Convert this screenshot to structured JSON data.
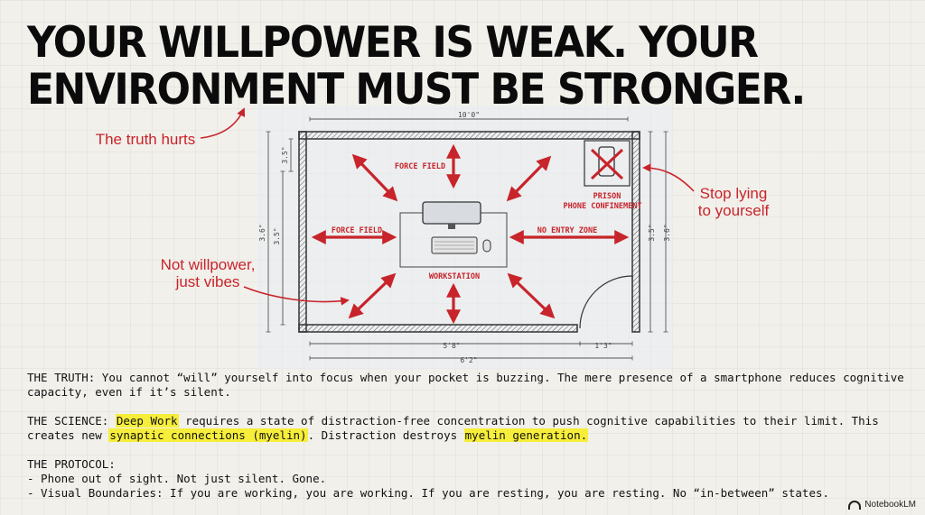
{
  "headline": {
    "line1": "YOUR WILLPOWER IS WEAK. YOUR",
    "line2": "ENVIRONMENT MUST BE STRONGER."
  },
  "annotations": {
    "truth_hurts": "The truth hurts",
    "stop_lying_1": "Stop lying",
    "stop_lying_2": "to yourself",
    "not_willpower_1": "Not willpower,",
    "not_willpower_2": "just vibes"
  },
  "plan": {
    "dim_top": "10'0\"",
    "dim_left_small": "3.5\"",
    "dim_left_a": "3.6\"",
    "dim_left_b": "3.5\"",
    "dim_right_a": "3.5\"",
    "dim_right_b": "3.6\"",
    "dim_bottom_left": "5'8\"",
    "dim_bottom_right": "1'3\"",
    "dim_bottom_total": "6'2\"",
    "force_field_top": "FORCE FIELD",
    "force_field_left": "FORCE FIELD",
    "no_entry": "NO ENTRY ZONE",
    "prison_1": "PRISON",
    "prison_2": "PHONE CONFINEMENT",
    "workstation": "WORKSTATION"
  },
  "body": {
    "truth_label": "THE TRUTH:",
    "truth_text": " You cannot “will” yourself into focus when your pocket is buzzing. The mere presence of a smartphone reduces cognitive capacity, even if it’s silent.",
    "science_label": "THE SCIENCE:",
    "science_hl1": "Deep Work",
    "science_t1": " requires a state of distraction-free concentration to push cognitive capabilities to their limit. This creates new ",
    "science_hl2": "synaptic connections (myelin)",
    "science_t2": ". Distraction destroys ",
    "science_hl3": "myelin generation.",
    "protocol_label": "THE PROTOCOL:",
    "protocol_1": "- Phone out of sight. Not just silent. Gone.",
    "protocol_2": "- Visual Boundaries: If you are working, you are working. If you are resting, you are resting. No “in-between” states."
  },
  "footer": {
    "brand": "NotebookLM"
  },
  "colors": {
    "accent_red": "#c8242b",
    "highlight": "#f6ee3a",
    "ink": "#111111"
  }
}
